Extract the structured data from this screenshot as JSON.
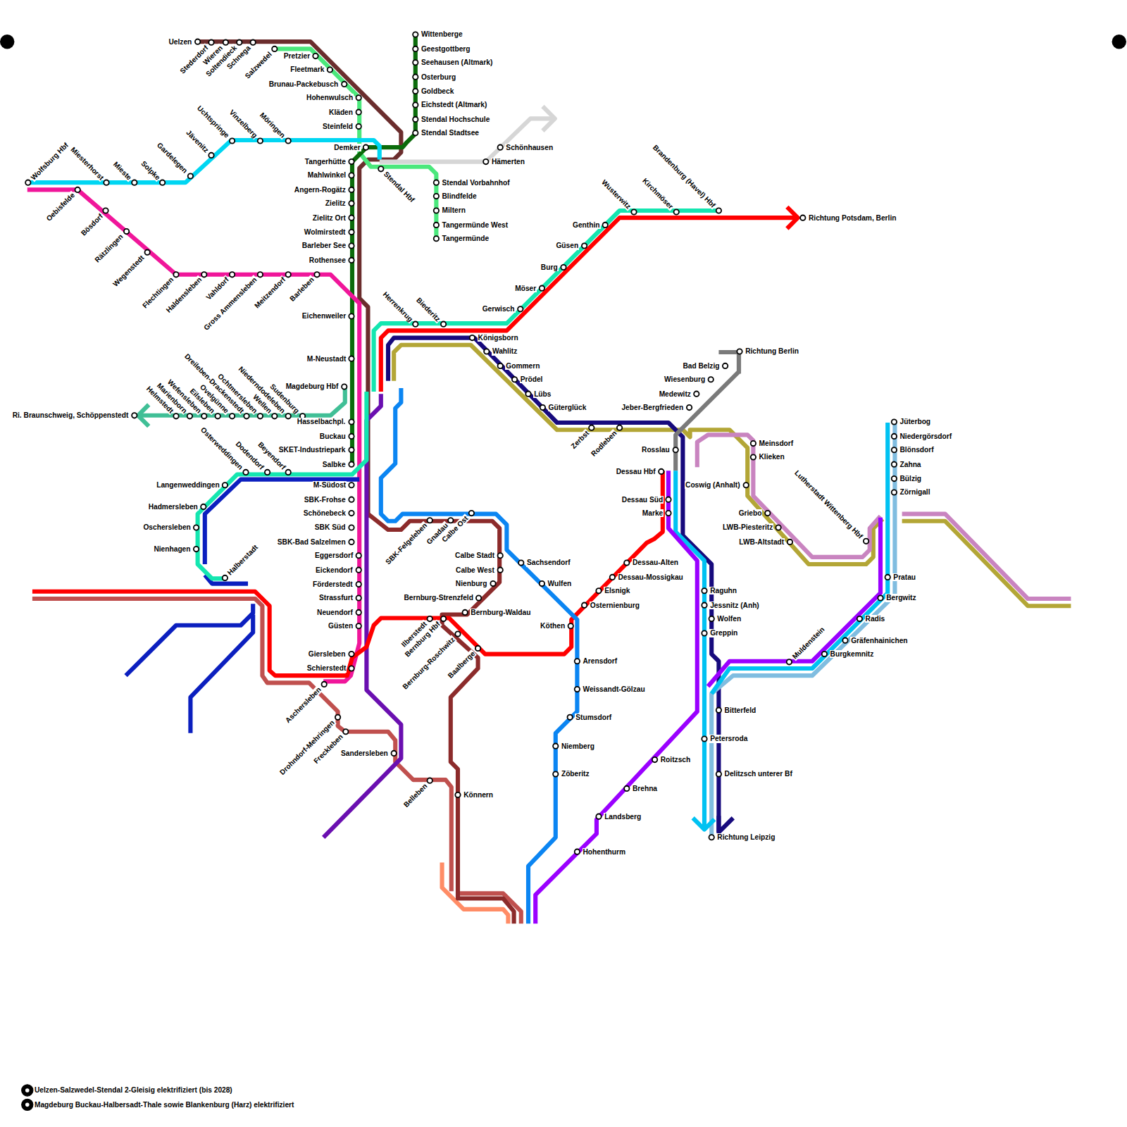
{
  "diagram": {
    "labels": [
      "Uelzen",
      "Stederdorf",
      "Wieren",
      "Soltendieck",
      "Schnega",
      "Salzwedel",
      "Pretzier",
      "Fleetmark",
      "Brunau-Packebusch",
      "Hohenwulsch",
      "Kläden",
      "Steinfeld",
      "Demker",
      "Tangerhütte",
      "Mahlwinkel",
      "Angern-Rogätz",
      "Zielitz",
      "Zielitz Ort",
      "Wolmirstedt",
      "Barleber See",
      "Rothensee",
      "Eichenweiler",
      "M-Neustadt",
      "Magdeburg Hbf",
      "Hasselbachpl.",
      "Buckau",
      "SKET-Industriepark",
      "Salbke",
      "M-Südost",
      "SBK-Frohse",
      "Schönebeck",
      "SBK Süd",
      "SBK-Bad Salzelmen",
      "Eggersdorf",
      "Eickendorf",
      "Förderstedt",
      "Strassfurt",
      "Neuendorf",
      "Güsten",
      "Giersleben",
      "Schierstedt",
      "Wittenberge",
      "Geestgottberg",
      "Seehausen (Altmark)",
      "Osterburg",
      "Goldbeck",
      "Eichstedt (Altmark)",
      "Stendal Hochschule",
      "Stendal Stadtsee",
      "Stendal Hbf",
      "Schönhausen",
      "Hämerten",
      "Stendal Vorbahnhof",
      "Blindfelde",
      "Miltern",
      "Tangermünde West",
      "Tangermünde",
      "Wolfsburg Hbf",
      "Miesterhorst",
      "Mieste",
      "Solpke",
      "Gardelegen",
      "Jävenitz",
      "Uchtspringe",
      "Vinzelberg",
      "Möringen",
      "Oebisfelde",
      "Bösdorf",
      "Rätzlingen",
      "Wegenstedt",
      "Flechtingen",
      "Haldensleben",
      "Vahldorf",
      "Gross Ammensleben",
      "Meitzendorf",
      "Barleben",
      "Herrenkrug",
      "Biederitz",
      "Königsborn",
      "Wahlitz",
      "Gommern",
      "Prödel",
      "Lübs",
      "Güterglück",
      "Genthin",
      "Güsen",
      "Burg",
      "Möser",
      "Gerwisch",
      "Wusterwitz",
      "Kirchmöser",
      "Brandenburg (Havel) Hbf",
      "Richtung Potsdam, Berlin",
      "Richtung Berlin",
      "Bad Belzig",
      "Wiesenburg",
      "Medewitz",
      "Jeber-Bergfrieden",
      "Zerbst",
      "Rodleben",
      "Rosslau",
      "Dessau Hbf",
      "Dessau Süd",
      "Marke",
      "Coswig (Anhalt)",
      "Meinsdorf",
      "Klieken",
      "Griebo",
      "LWB-Piesteritz",
      "LWB-Altstadt",
      "Lutherstadt Wittenberg Hbf",
      "Jüterbog",
      "Niedergörsdorf",
      "Blönsdorf",
      "Zahna",
      "Bülzig",
      "Zörnigall",
      "Pratau",
      "Bergwitz",
      "Radis",
      "Gräfenhainichen",
      "Burgkemnitz",
      "Muldenstein",
      "Raguhn",
      "Jessnitz (Anh)",
      "Wolfen",
      "Greppin",
      "Bitterfeld",
      "Petersroda",
      "Delitzsch unterer Bf",
      "Richtung Leipzig",
      "Roitzsch",
      "Brehna",
      "Landsberg",
      "Hohenthurm",
      "Dessau-Alten",
      "Dessau-Mossigkau",
      "Elsnigk",
      "Osternienburg",
      "Köthen",
      "Arensdorf",
      "Weissandt-Gölzau",
      "Stumsdorf",
      "Niemberg",
      "Zöberitz",
      "Sachsendorf",
      "Wulfen",
      "Calbe Stadt",
      "Calbe West",
      "Nienburg",
      "Bernburg-Strenzfeld",
      "Bernburg-Waldau",
      "SBK-Felgeleben",
      "Gnadau",
      "Calbe Ost",
      "Ilberstedt",
      "Bernburg Hbf",
      "Bernburg-Roschwitz",
      "Baalberge",
      "Könnern",
      "Belleben",
      "Sandersleben",
      "Aschersleben",
      "Drohndorf-Mehringen",
      "Freckleben",
      "Halberstadt",
      "Langenweddingen",
      "Hadmersleben",
      "Oschersleben",
      "Nienhagen",
      "Osterweddingen",
      "Dodendorf",
      "Beyendorf",
      "Ri. Braunschweig, Schöppenstedt",
      "Helmstedt",
      "Marienborn",
      "Wefensleben",
      "Eilsleben",
      "Ovelgünne",
      "Dreileben-Drackenstedt",
      "Ochtmersleben",
      "Wellen",
      "Niederndodeleben",
      "Sudenburg"
    ],
    "legend": [
      {
        "text": "Uelzen-Salzwedel-Stendal 2-Gleisig elektrifiziert (bis 2028)"
      },
      {
        "text": "Magdeburg Buckau-Halbersadt-Thale sowie Blankenburg (Harz) elektrifiziert"
      }
    ]
  }
}
